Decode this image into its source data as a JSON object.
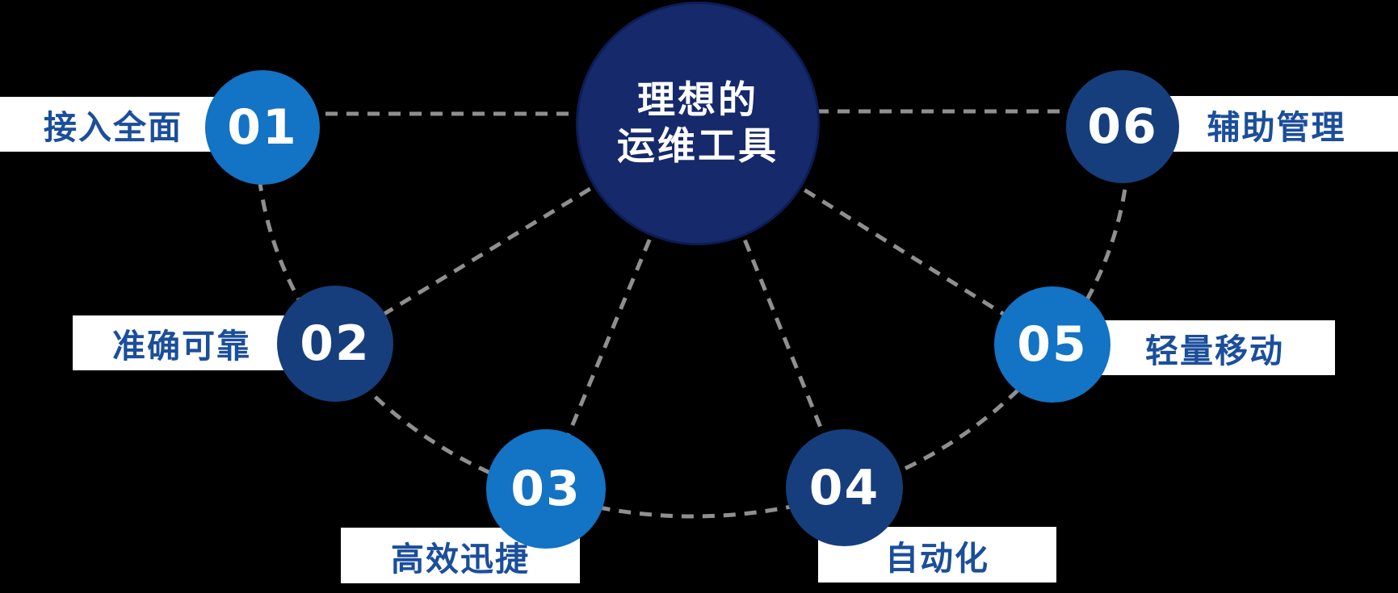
{
  "diagram": {
    "center": {
      "title_line1": "理想的",
      "title_line2": "运维工具"
    },
    "nodes": [
      {
        "number": "01",
        "label": "接入全面",
        "tone": "light"
      },
      {
        "number": "02",
        "label": "准确可靠",
        "tone": "dark"
      },
      {
        "number": "03",
        "label": "高效迅捷",
        "tone": "light"
      },
      {
        "number": "04",
        "label": "自动化",
        "tone": "dark"
      },
      {
        "number": "05",
        "label": "轻量移动",
        "tone": "light"
      },
      {
        "number": "06",
        "label": "辅助管理",
        "tone": "dark"
      }
    ],
    "colors": {
      "background": "#000000",
      "center_circle": "#16296B",
      "light_circle": "#1373C4",
      "dark_circle": "#163E7C",
      "label_bar_bg": "#FFFFFF",
      "label_text": "#1B4E9B",
      "number_text": "#FFFFFF",
      "connector_dash": "#8F8F8F"
    }
  }
}
